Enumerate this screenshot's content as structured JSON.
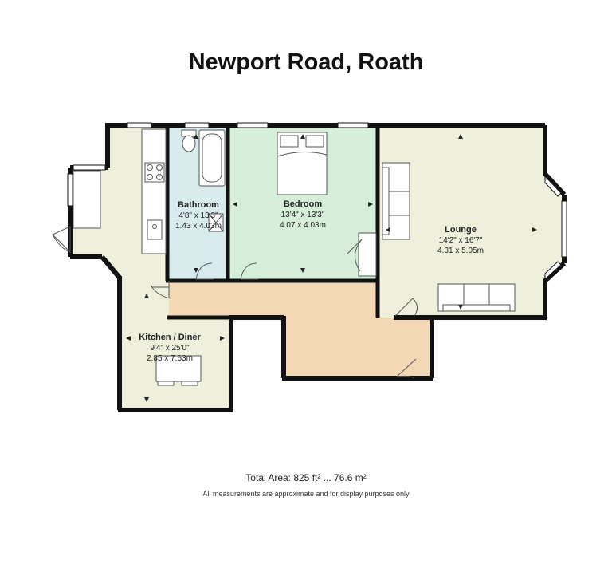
{
  "title": "Newport Road, Roath",
  "colors": {
    "wall": "#111111",
    "kitchen": "#eef0dc",
    "bathroom": "#d8ecee",
    "bedroom": "#d6efd8",
    "lounge": "#eef0dc",
    "hallway": "#f3d8b6",
    "window": "#ffffff"
  },
  "rooms": {
    "kitchen": {
      "name": "Kitchen / Diner",
      "imperial": "9'4\" x 25'0\"",
      "metric": "2.85 x 7.63m"
    },
    "bathroom": {
      "name": "Bathroom",
      "imperial": "4'8\" x 13'3\"",
      "metric": "1.43 x 4.03m"
    },
    "bedroom": {
      "name": "Bedroom",
      "imperial": "13'4\" x 13'3\"",
      "metric": "4.07 x 4.03m"
    },
    "lounge": {
      "name": "Lounge",
      "imperial": "14'2\" x 16'7\"",
      "metric": "4.31 x 5.05m"
    }
  },
  "footer": {
    "total_area": "Total Area: 825 ft² ... 76.6 m²",
    "disclaimer": "All measurements are approximate and for display purposes only"
  }
}
